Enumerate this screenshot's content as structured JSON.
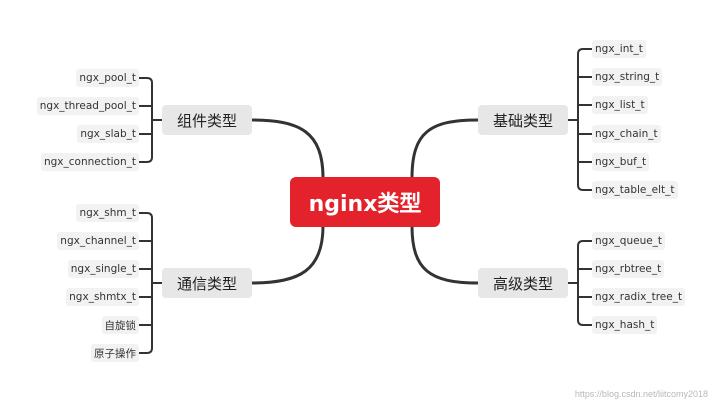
{
  "root": {
    "label": "nginx类型"
  },
  "branches": {
    "component": {
      "label": "组件类型",
      "items": [
        "ngx_pool_t",
        "ngx_thread_pool_t",
        "ngx_slab_t",
        "ngx_connection_t"
      ]
    },
    "communication": {
      "label": "通信类型",
      "items": [
        "ngx_shm_t",
        "ngx_channel_t",
        "ngx_single_t",
        "ngx_shmtx_t",
        "自旋锁",
        "原子操作"
      ]
    },
    "basic": {
      "label": "基础类型",
      "items": [
        "ngx_int_t",
        "ngx_string_t",
        "ngx_list_t",
        "ngx_chain_t",
        "ngx_buf_t",
        "ngx_table_elt_t"
      ]
    },
    "advanced": {
      "label": "高级类型",
      "items": [
        "ngx_queue_t",
        "ngx_rbtree_t",
        "ngx_radix_tree_t",
        "ngx_hash_t"
      ]
    }
  },
  "watermark": "https://blog.csdn.net/liitcomy2018"
}
